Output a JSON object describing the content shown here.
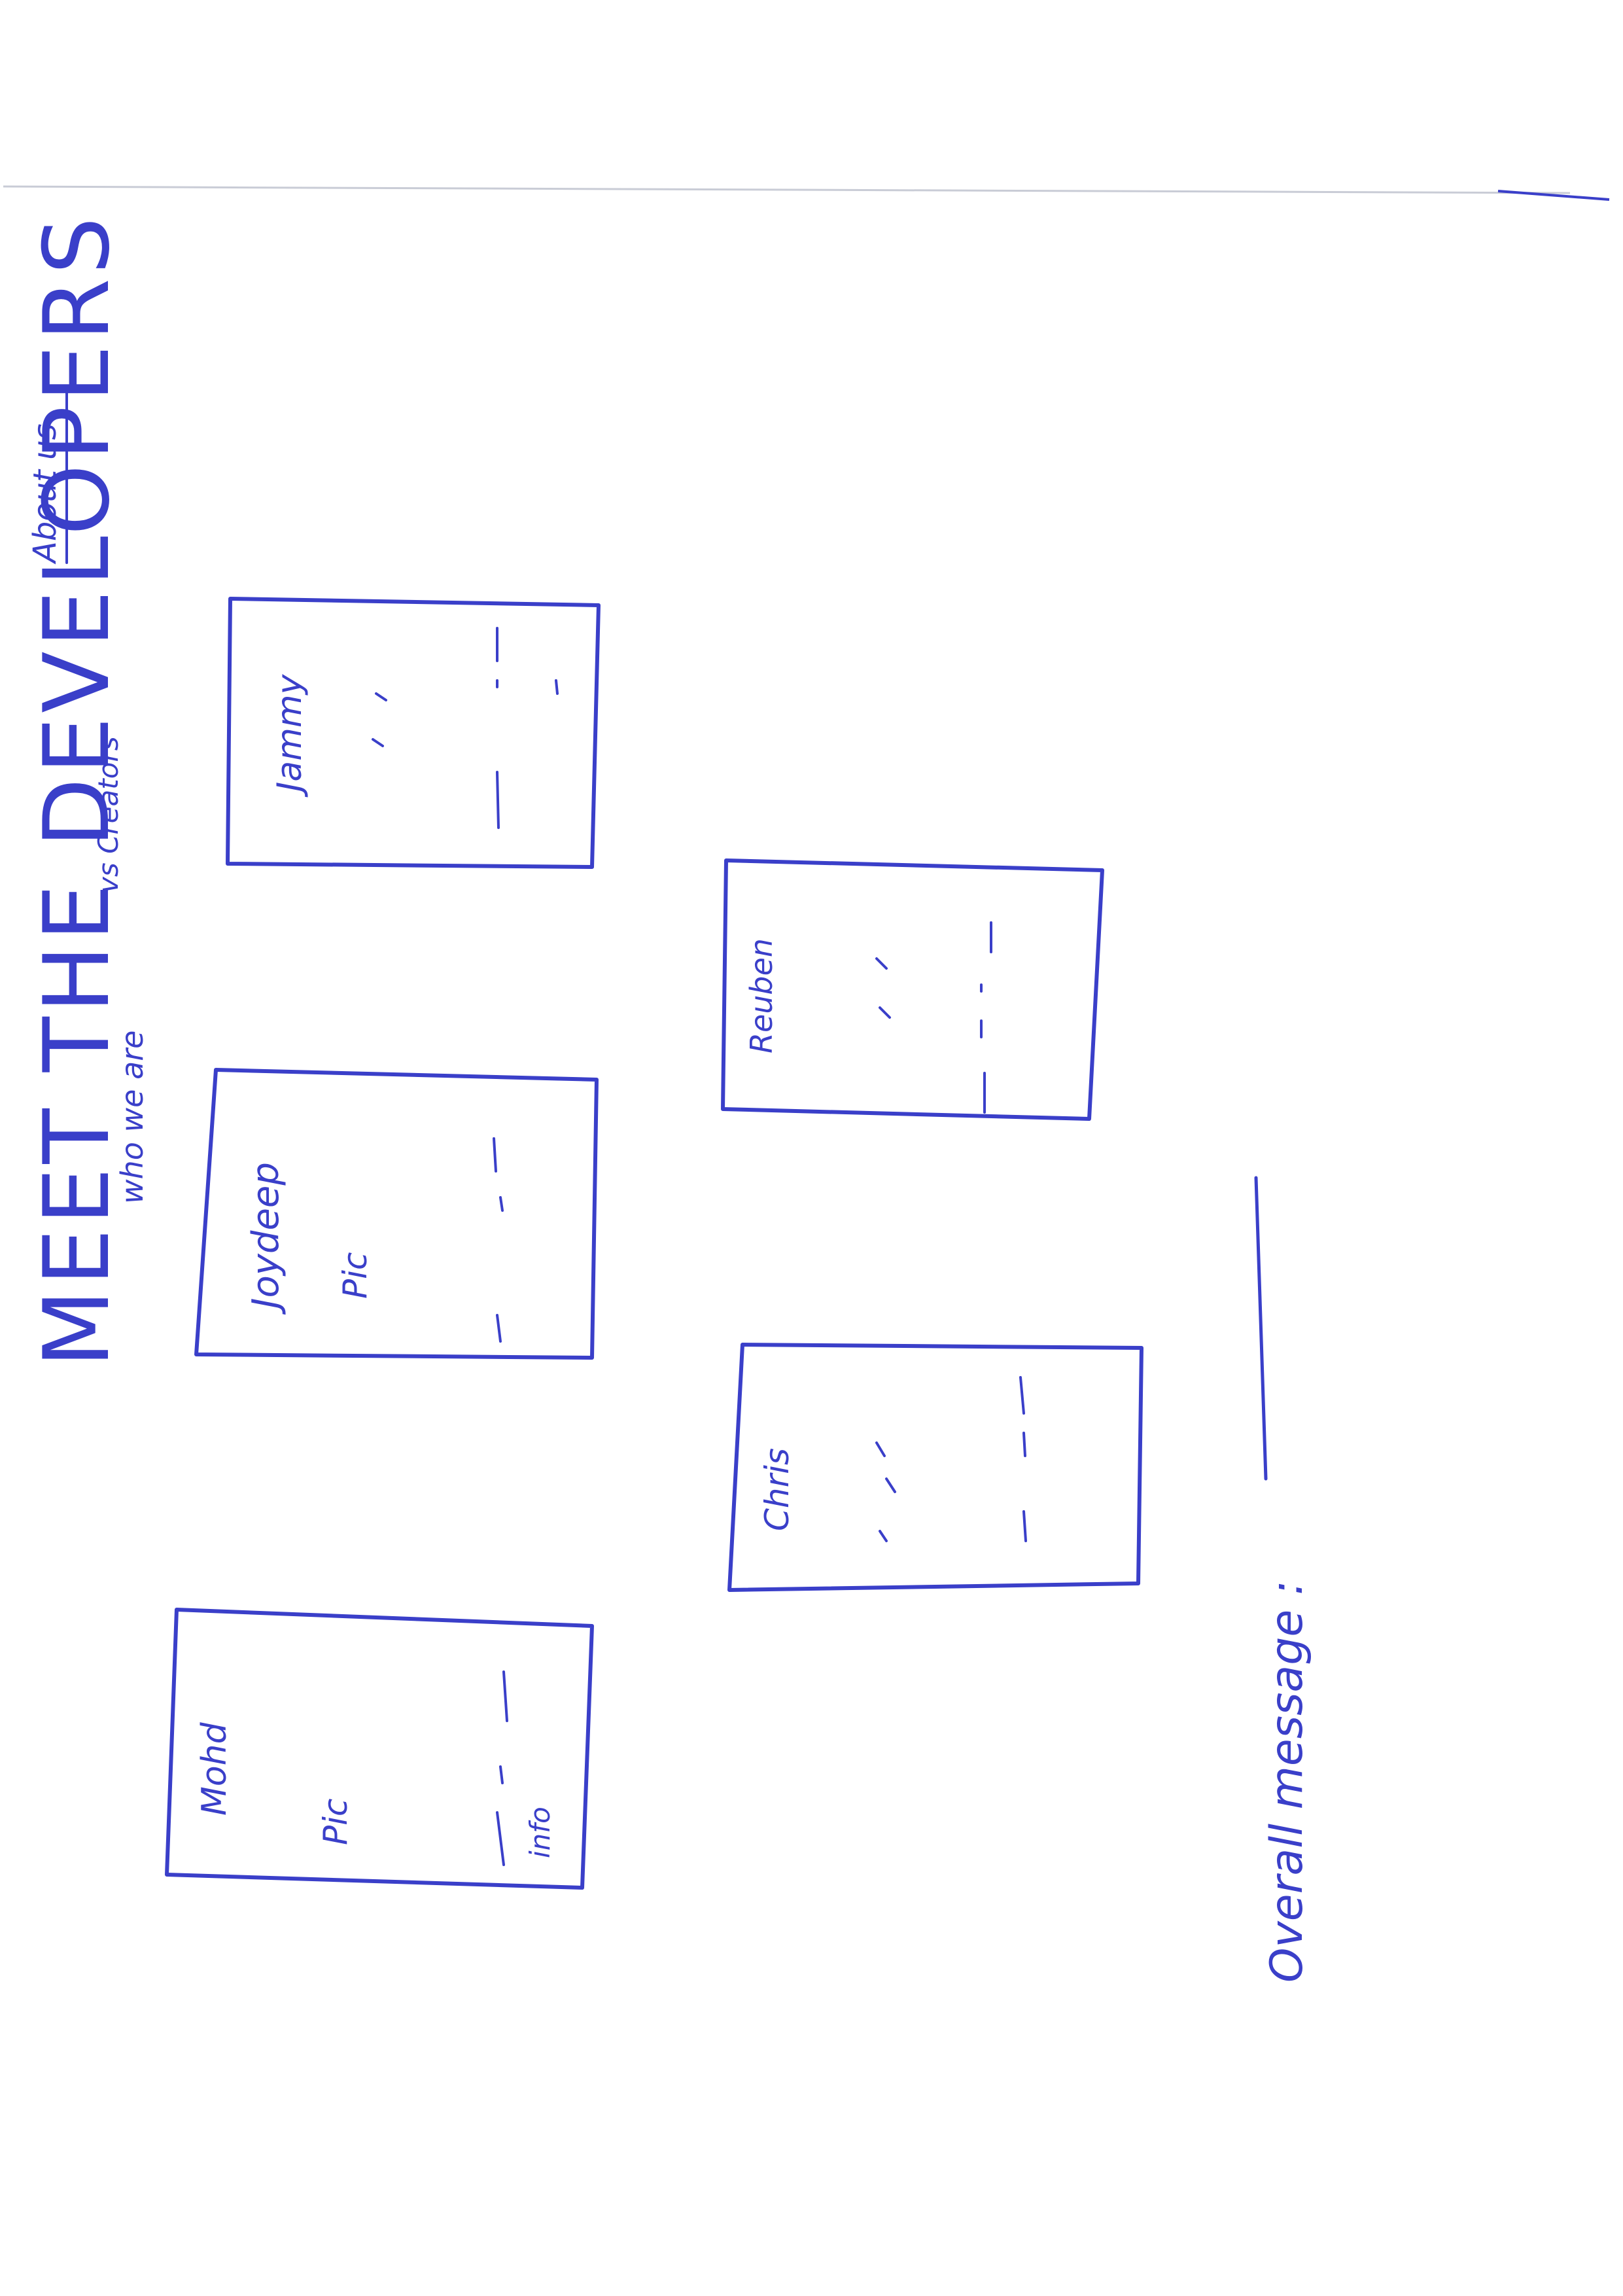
{
  "page": {
    "nav_link": "About us",
    "title": "MEET THE DEVELOPERS",
    "title_annotation": "vs Creators",
    "subtitle": "who we are"
  },
  "developers": [
    {
      "name": "Jammy"
    },
    {
      "name": "Joydeep",
      "photo_label": "Pic"
    },
    {
      "name": "Reuben"
    },
    {
      "name": "Chris"
    },
    {
      "name": "Mohd",
      "photo_label": "Pic",
      "info_label": "info"
    }
  ],
  "footer": {
    "overall_message_label": "Overall message :"
  },
  "colors": {
    "ink": "#3a3fc9",
    "paper": "#ffffff"
  }
}
